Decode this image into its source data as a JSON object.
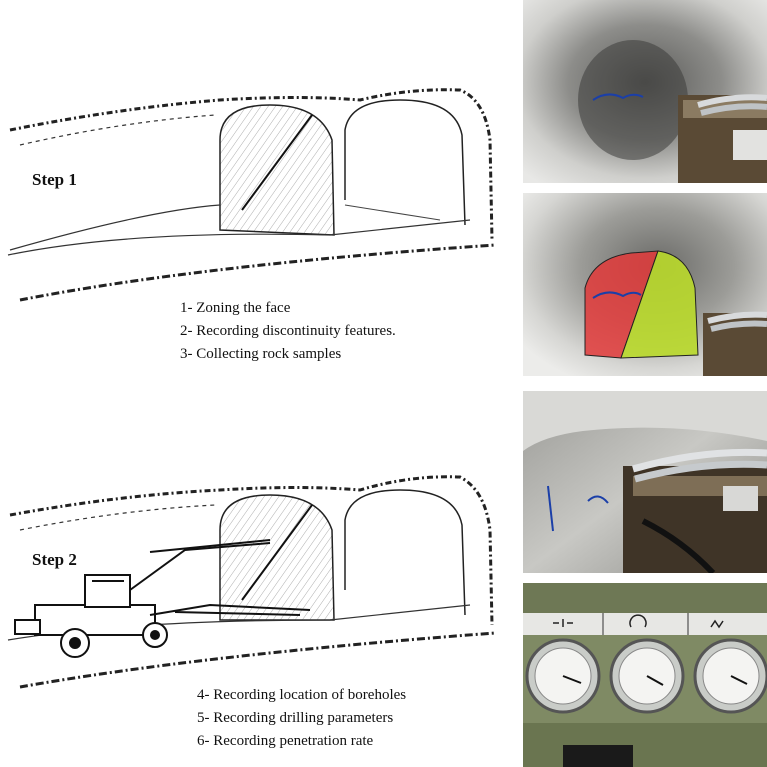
{
  "step1": {
    "label": "Step 1",
    "items": [
      "1- Zoning the face",
      "2- Recording discontinuity features.",
      "3- Collecting rock samples"
    ]
  },
  "step2": {
    "label": "Step 2",
    "items": [
      "4- Recording location of boreholes",
      "5- Recording drilling parameters",
      "6- Recording penetration rate"
    ]
  },
  "photos": [
    {
      "name": "tunnel-face-photo"
    },
    {
      "name": "tunnel-face-zoned-photo",
      "zone_colors": [
        "#e23a3a",
        "#b9d92a"
      ]
    },
    {
      "name": "drilling-rig-at-face-photo"
    },
    {
      "name": "drilling-gauges-photo"
    }
  ]
}
